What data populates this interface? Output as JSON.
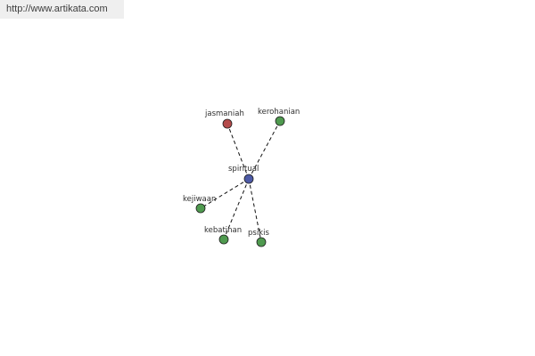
{
  "header": {
    "url_text": "http://www.artikata.com"
  },
  "colors": {
    "center": "#4d5aa6",
    "highlight": "#b44a4a",
    "leaf": "#4f9a4f",
    "edge": "#111111"
  },
  "graph": {
    "center": {
      "label": "spiritual"
    },
    "nodes": [
      {
        "id": "jasmaniah",
        "label": "jasmaniah",
        "kind": "highlight"
      },
      {
        "id": "kerohanian",
        "label": "kerohanian",
        "kind": "leaf"
      },
      {
        "id": "kejiwaan",
        "label": "kejiwaan",
        "kind": "leaf"
      },
      {
        "id": "kebatinan",
        "label": "kebatinan",
        "kind": "leaf"
      },
      {
        "id": "psikis",
        "label": "psikis",
        "kind": "leaf"
      }
    ]
  }
}
